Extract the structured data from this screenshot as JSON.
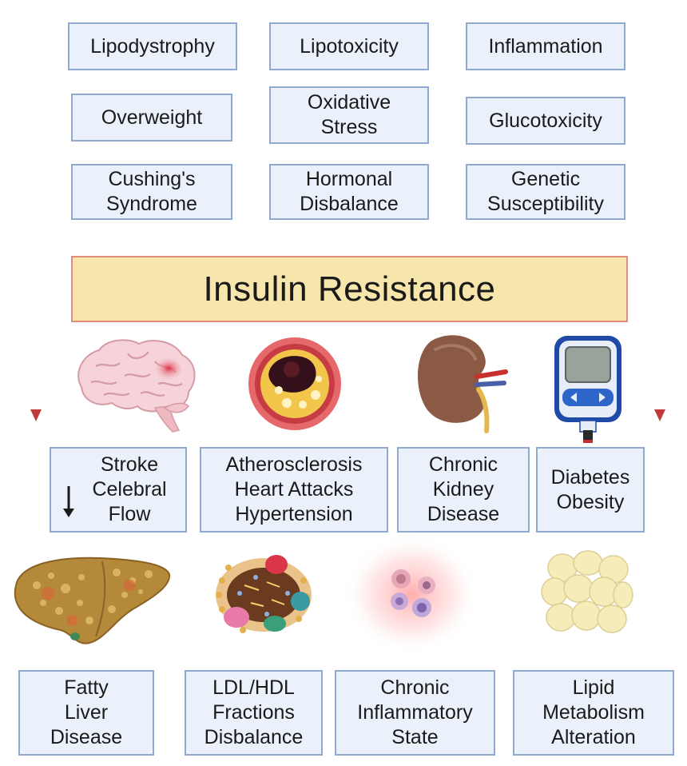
{
  "causes": [
    "Lipodystrophy",
    "Lipotoxicity",
    "Inflammation",
    "Overweight",
    "Oxidative\nStress",
    "Glucotoxicity",
    "Cushing's\nSyndrome",
    "Hormonal\nDisbalance",
    "Genetic\nSusceptibility"
  ],
  "central": "Insulin Resistance",
  "outcomes_row1": [
    "Stroke\nCelebral\nFlow",
    "Atherosclerosis\nHeart Attacks\nHypertension",
    "Chronic\nKidney\nDisease",
    "Diabetes\nObesity"
  ],
  "outcomes_row2": [
    "Fatty\nLiver\nDisease",
    "LDL/HDL\nFractions\nDisbalance",
    "Chronic\nInflammatory\nState",
    "Lipid\nMetabolism\nAlteration"
  ],
  "icons": [
    "brain-icon",
    "artery-plaque-icon",
    "kidney-icon",
    "glucometer-icon",
    "fatty-liver-icon",
    "lipoprotein-icon",
    "inflammatory-cells-icon",
    "adipocytes-icon",
    "decrease-arrow-icon"
  ],
  "colors": {
    "box_fill": "#eaf1fa",
    "box_border": "#8fa9cf",
    "banner_fill": "#f7e6ac",
    "banner_border": "#e48a7f",
    "arrow": "#c0393b"
  }
}
